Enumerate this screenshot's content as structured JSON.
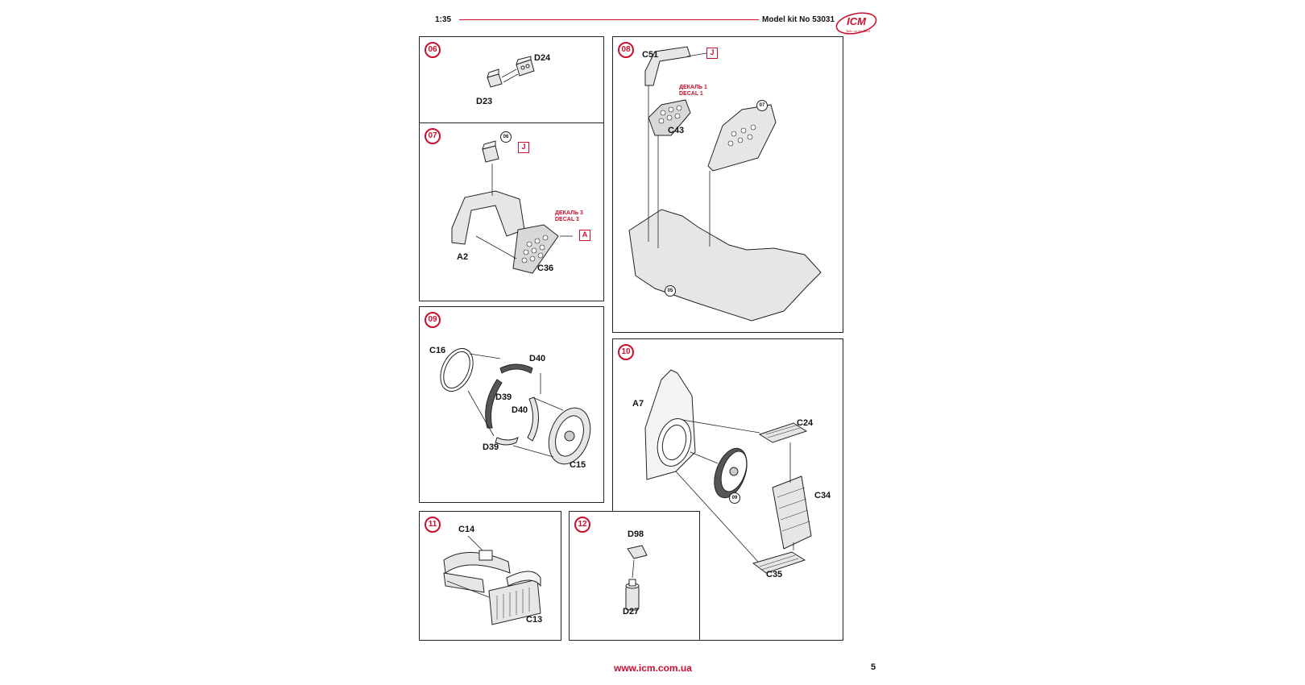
{
  "header": {
    "scale": "1:35",
    "model": "Model kit No 53031",
    "logo_text": "ICM",
    "logo_tagline": "Take on the Real"
  },
  "steps": {
    "s06": {
      "num": "06",
      "parts": [
        "D24",
        "D23"
      ]
    },
    "s07": {
      "num": "07",
      "ref": "06",
      "decal_ru": "ДЕКАЛЬ 3",
      "decal_en": "DECAL 3",
      "box_j": "J",
      "box_a": "A",
      "parts": [
        "A2",
        "C36"
      ]
    },
    "s08": {
      "num": "08",
      "box_j": "J",
      "decal_ru": "ДЕКАЛЬ 1",
      "decal_en": "DECAL 1",
      "ref_top": "07",
      "ref_bottom": "05",
      "parts": [
        "C51",
        "C43"
      ]
    },
    "s09": {
      "num": "09",
      "parts": [
        "C16",
        "D40",
        "D39",
        "D40",
        "D39",
        "C15"
      ]
    },
    "s10": {
      "num": "10",
      "ref": "09",
      "parts": [
        "A7",
        "C24",
        "C34",
        "C35"
      ]
    },
    "s11": {
      "num": "11",
      "parts": [
        "C14",
        "C13"
      ]
    },
    "s12": {
      "num": "12",
      "parts": [
        "D98",
        "D27"
      ]
    }
  },
  "footer": {
    "url": "www.icm.com.ua",
    "page": "5"
  },
  "colors": {
    "accent": "#c8102e",
    "line": "#222222",
    "part_fill": "#e6e6e6"
  }
}
